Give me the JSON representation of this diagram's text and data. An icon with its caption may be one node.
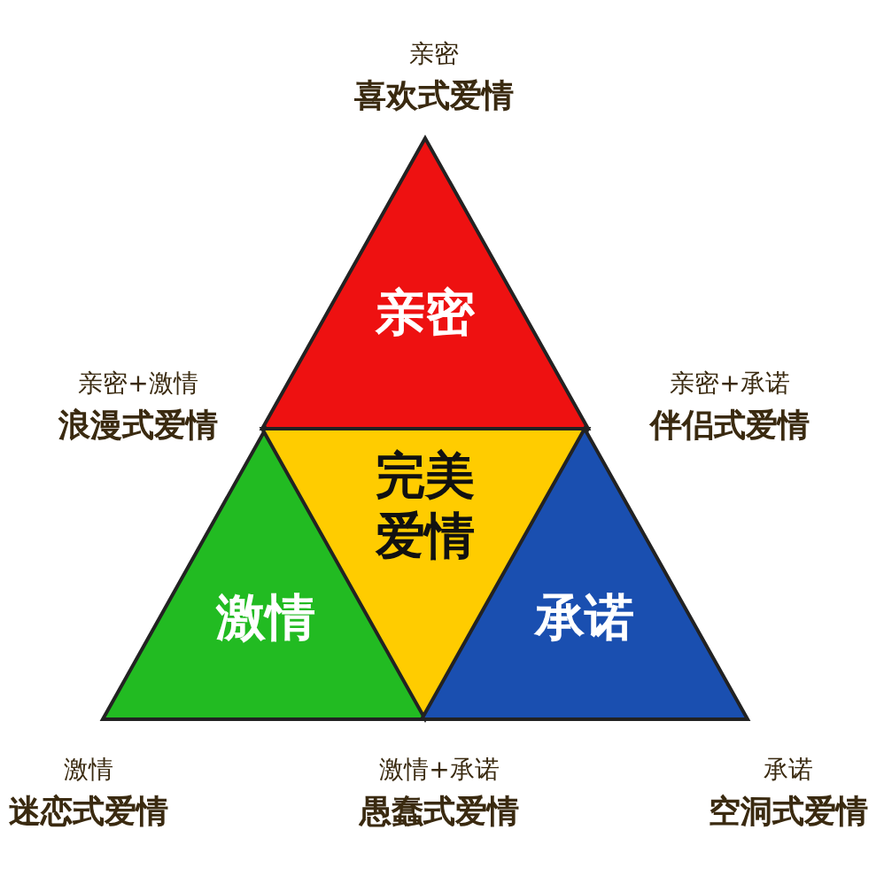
{
  "diagram": {
    "nodes": [
      {
        "text": [
          "亲密"
        ]
      },
      {
        "text": [
          "激情"
        ]
      },
      {
        "text": [
          "完美爱情"
        ]
      },
      {
        "text": [
          "承诺"
        ]
      }
    ],
    "labels": [
      "亲密",
      "喜欢式爱情",
      "亲密+激情",
      "浪漫式爱情",
      "亲密+承诺",
      "伴侣式爱情",
      "激情",
      "迷恋式爱情",
      "激情+承诺",
      "愚蠢式爱情",
      "承诺",
      "空洞式爱情"
    ]
  }
}
